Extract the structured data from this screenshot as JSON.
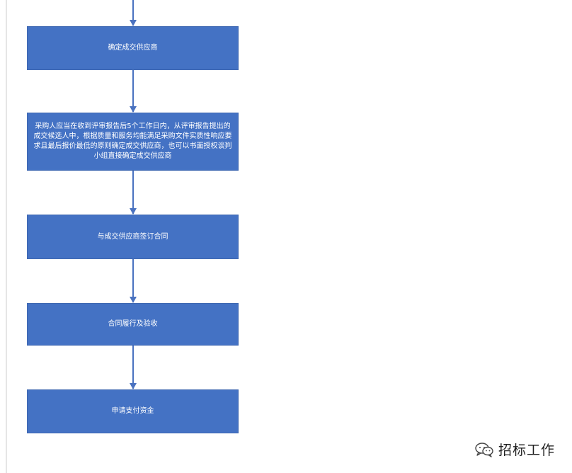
{
  "flowchart": {
    "steps": [
      {
        "label": "确定成交供应商"
      },
      {
        "label": "采购人应当在收到评审报告后5个工作日内，从评审报告提出的成交候选人中，根据质量和服务均能满足采购文件实质性响应要求且最后报价最低的原则确定成交供应商，也可以书面授权谈判小组直接确定成交供应商"
      },
      {
        "label": "与成交供应商签订合同"
      },
      {
        "label": "合同履行及验收"
      },
      {
        "label": "申请支付资金"
      }
    ]
  },
  "watermark": {
    "icon": "wechat-logo-icon",
    "text": "招标工作"
  },
  "colors": {
    "box_fill": "#4472c4",
    "arrow": "#4a72c0",
    "background": "#ffffff"
  }
}
